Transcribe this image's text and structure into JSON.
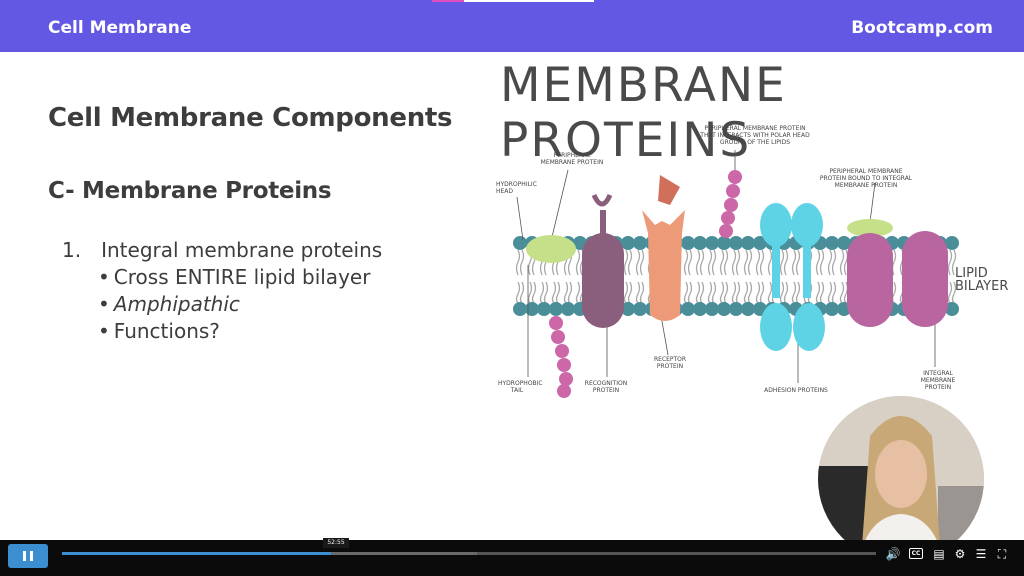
{
  "header": {
    "title": "Cell Membrane",
    "brand": "Bootcamp.com",
    "bg_color": "#6258e4"
  },
  "slide": {
    "title": "Cell Membrane Components",
    "section": "C- Membrane Proteins",
    "list": {
      "number": "1.",
      "item": "Integral membrane proteins",
      "subitems": [
        "Cross ENTIRE lipid bilayer",
        "Amphipathic",
        "Functions?"
      ],
      "bullet": "•"
    }
  },
  "diagram": {
    "title": "MEMBRANE PROTEINS",
    "labels": {
      "hydrophilic_head": "HYDROPHILIC HEAD",
      "peripheral_top": "PERIPHERAL MEMBRANE PROTEIN",
      "peripheral_polar": "PERIPHERAL MEMBRANE PROTEIN THAT INTERACTS WITH POLAR HEAD GROUPS OF THE LIPIDS",
      "peripheral_integral": "PERIPHERAL MEMBRANE PROTEIN BOUND TO INTEGRAL MEMBRANE PROTEIN",
      "lipid_bilayer": "LIPID BILAYER",
      "hydrophobic_tail": "HYDROPHOBIC TAIL",
      "recognition": "RECOGNITION PROTEIN",
      "receptor": "RECEPTOR PROTEIN",
      "adhesion": "ADHESION PROTEINS",
      "integral": "INTEGRAL MEMBRANE PROTEIN"
    },
    "colors": {
      "head": "#4a8e9a",
      "tail": "#a8a8a8",
      "lime": "#c6e08a",
      "purple": "#8a5f7d",
      "salmon": "#ec9a78",
      "brick": "#d0705a",
      "pink": "#cc67a8",
      "cyan": "#5fd3e6",
      "magenta": "#b865a0"
    }
  },
  "player": {
    "state": "playing",
    "current_time": "52:55",
    "progress": 0.33,
    "buffered": 0.51,
    "icons": [
      "pause-icon",
      "volume-icon",
      "captions-icon",
      "transcript-icon",
      "settings-icon",
      "chapters-icon",
      "fullscreen-icon"
    ],
    "cc_label": "CC",
    "accent": "#3b8fd0"
  }
}
